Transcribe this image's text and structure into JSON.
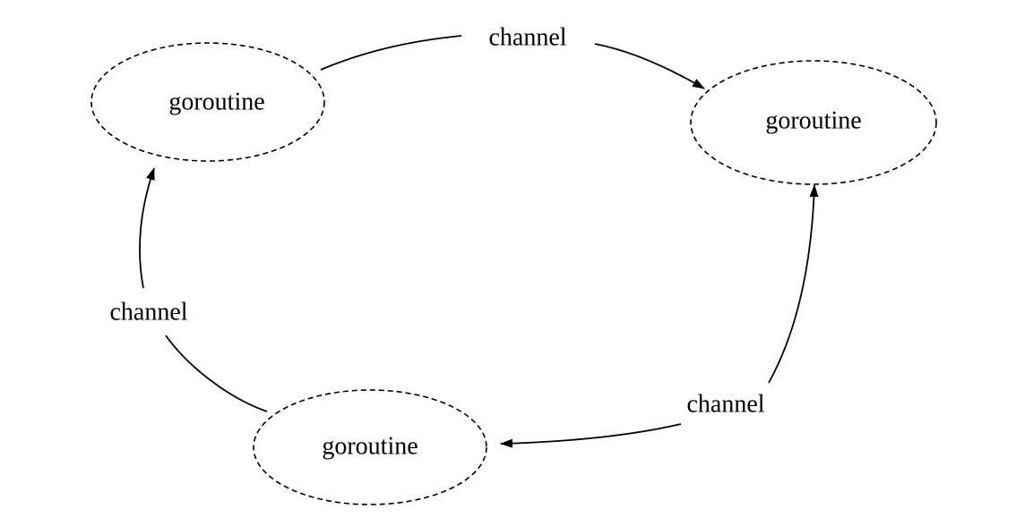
{
  "diagram": {
    "nodes": [
      {
        "id": "top-left",
        "label": "goroutine"
      },
      {
        "id": "top-right",
        "label": "goroutine"
      },
      {
        "id": "bottom",
        "label": "goroutine"
      }
    ],
    "edges": [
      {
        "from": "top-left",
        "to": "top-right",
        "label": "channel"
      },
      {
        "from": "top-right",
        "to": "bottom",
        "label": "channel"
      },
      {
        "from": "bottom",
        "to": "top-left",
        "label": "channel"
      }
    ],
    "colors": {
      "stroke": "#000000",
      "background": "#ffffff",
      "text": "#000000"
    }
  }
}
